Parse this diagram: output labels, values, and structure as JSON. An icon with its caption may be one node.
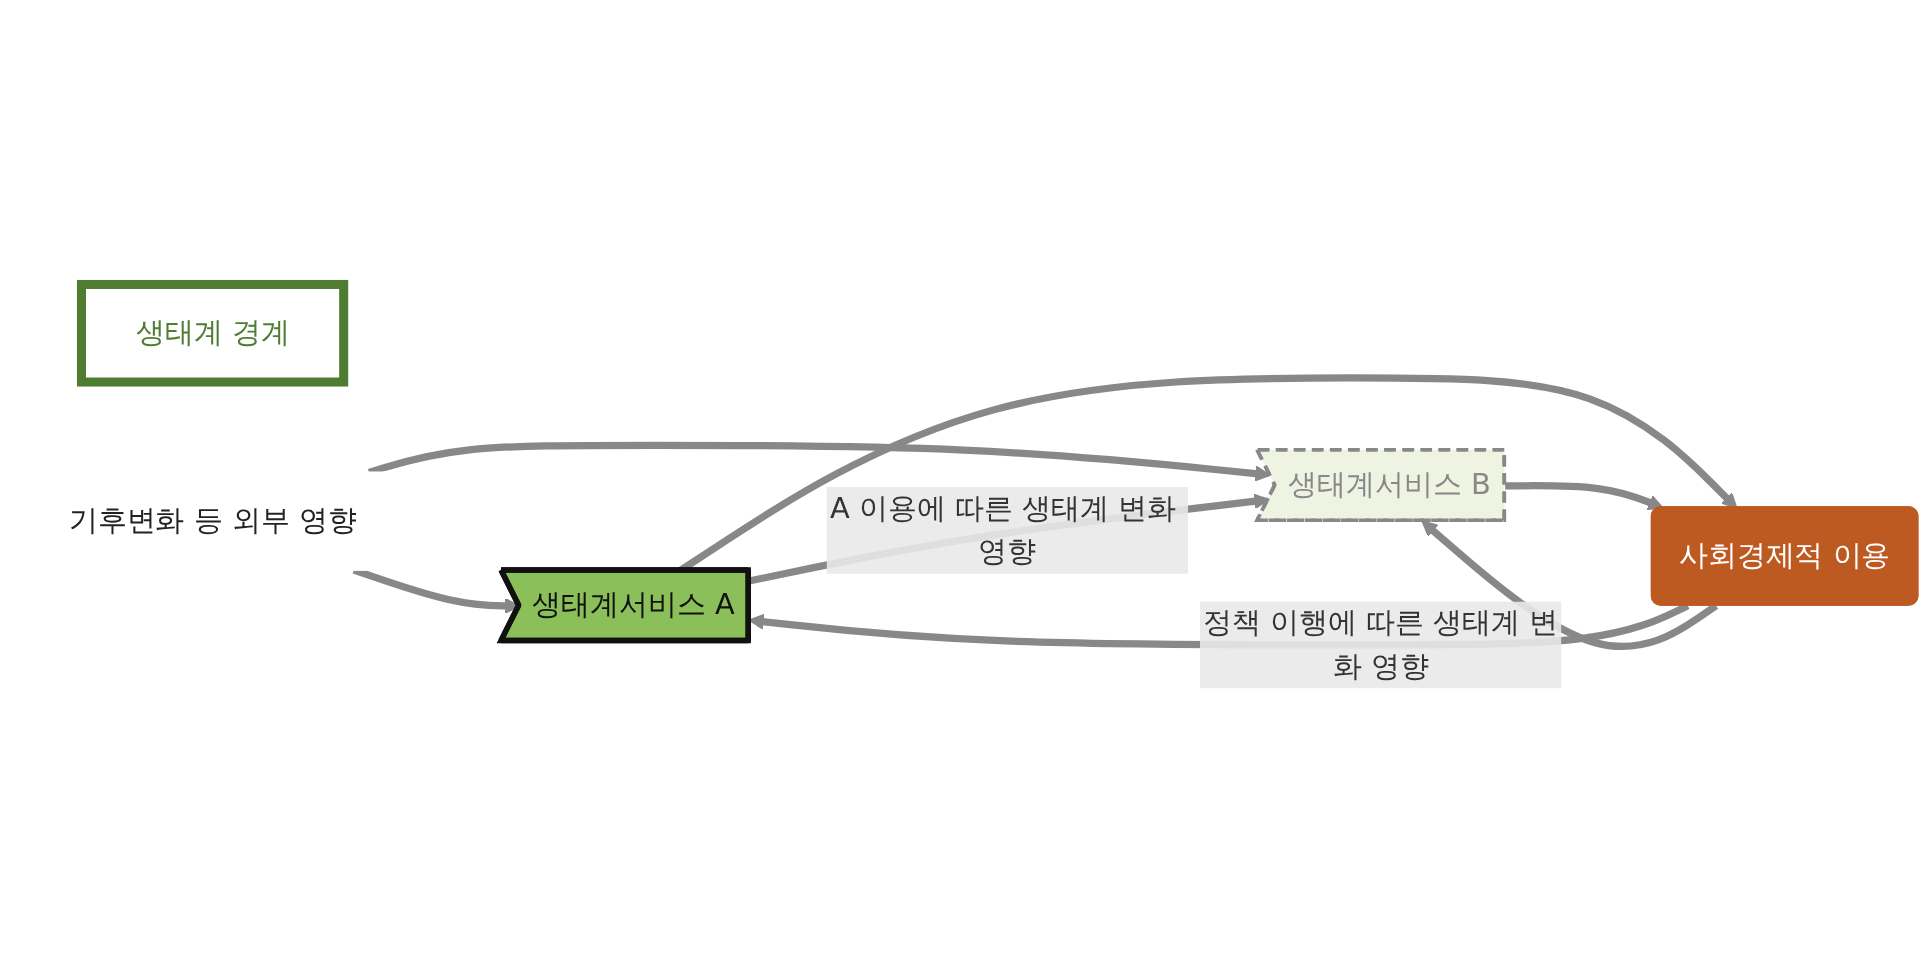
{
  "diagram": {
    "nodes": [
      {
        "text": [
          "생태계 경계"
        ]
      },
      {
        "text": [
          "생태계서비스 A"
        ]
      },
      {
        "text": [
          "생태계서비스 B"
        ]
      },
      {
        "text": [
          "사회경제적 이용"
        ]
      },
      {
        "text": [
          "기후변화 등 외부 영향"
        ]
      }
    ],
    "edges": [
      {
        "from": 4,
        "to": 1,
        "arrow": "to"
      },
      {
        "from": 4,
        "to": 2,
        "arrow": "to"
      },
      {
        "from": 3,
        "to": 1,
        "arrow": "to",
        "label": "정책 이행에 따른 생태계 변화 영향"
      },
      {
        "from": 3,
        "to": 2,
        "arrow": "to"
      },
      {
        "from": 1,
        "to": 2,
        "arrow": "to",
        "label": "A 이용에 따른 생태계 변화 영향"
      },
      {
        "from": 1,
        "to": 3,
        "arrow": "to"
      },
      {
        "from": 2,
        "to": 3,
        "arrow": "to"
      }
    ]
  }
}
